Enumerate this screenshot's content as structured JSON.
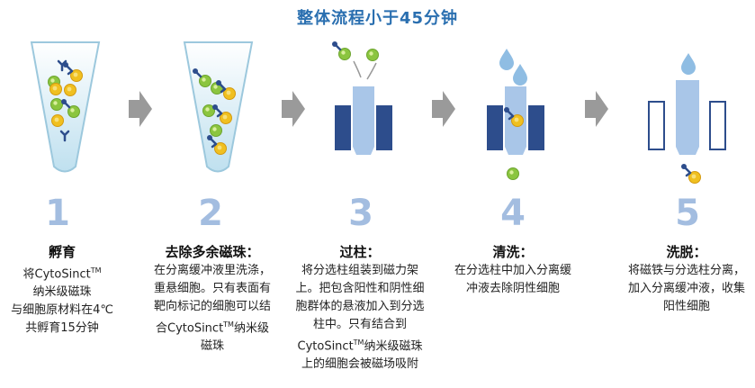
{
  "title": "整体流程小于45分钟",
  "colors": {
    "title": "#2a6fb0",
    "number": "#a3bde0",
    "arrow": "#9a9a9a",
    "magnet": "#2d4d8c",
    "column": "#a9c6e8",
    "tube": "#c7e2f0"
  },
  "steps": [
    {
      "number": "1",
      "title": "孵育",
      "lines": [
        "将CytoSinct",
        "纳米级磁珠",
        "与细胞原材料在4℃",
        "共孵育15分钟"
      ],
      "sup": "TM"
    },
    {
      "number": "2",
      "title": "去除多余磁珠：",
      "lines": [
        "在分离缓冲液里洗涤，",
        "重悬细胞。只有表面有",
        "靶向标记的细胞可以结",
        "合CytoSinct",
        "纳米级",
        "磁珠"
      ],
      "sup": "TM"
    },
    {
      "number": "3",
      "title": "过柱：",
      "lines": [
        "将分选柱组装到磁力架",
        "上。把包含阳性和阴性细",
        "胞群体的悬液加入到分选",
        "柱中。只有结合到",
        "CytoSinct",
        "纳米级磁珠",
        "上的细胞会被磁场吸附"
      ],
      "sup": "TM"
    },
    {
      "number": "4",
      "title": "清洗：",
      "lines": [
        "在分选柱中加入分离缓",
        "冲液去除阴性细胞"
      ]
    },
    {
      "number": "5",
      "title": "洗脱：",
      "lines": [
        "将磁铁与分选柱分离，",
        "加入分离缓冲液，收集",
        "阳性细胞"
      ]
    }
  ]
}
